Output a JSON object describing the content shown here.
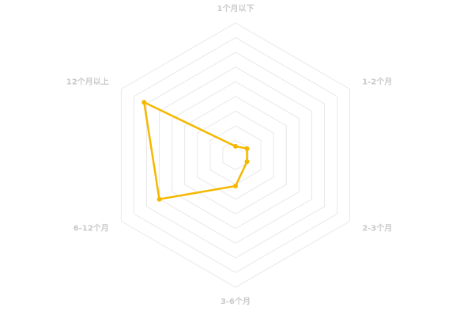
{
  "colors": {
    "series": "#f5b800",
    "grid": "#e8e8e8",
    "label": "#c9c9c9"
  },
  "chart_data": {
    "type": "radar",
    "categories": [
      "1个月以下",
      "1-2个月",
      "2-3个月",
      "3-6个月",
      "6-12个月",
      "12个月以上"
    ],
    "series": [
      {
        "values": [
          2,
          3,
          3,
          7,
          20,
          24
        ]
      }
    ],
    "rlim": [
      0,
      30
    ],
    "grid_levels": 9,
    "grid": true,
    "legend": "none"
  }
}
